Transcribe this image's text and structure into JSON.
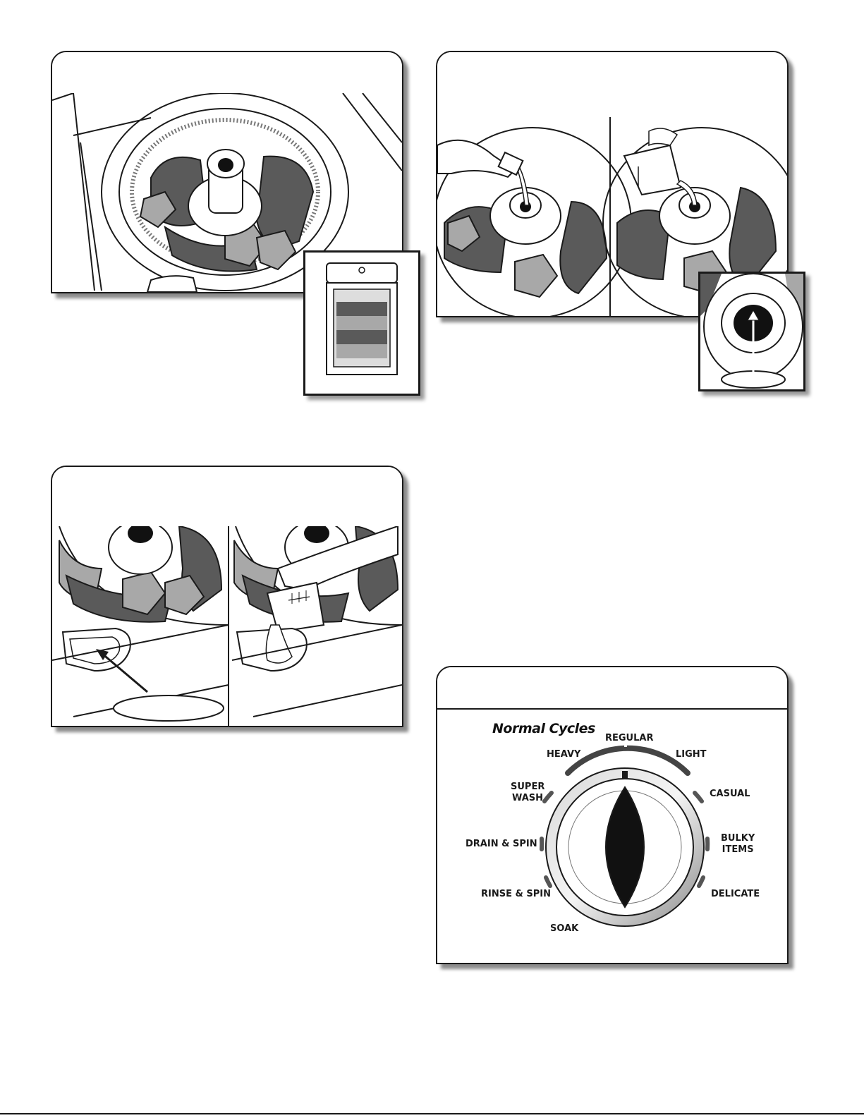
{
  "panels": {
    "load": {
      "name": "load-clothes-panel"
    },
    "detergent": {
      "name": "add-detergent-panel"
    },
    "bleach": {
      "name": "add-bleach-panel"
    },
    "dial": {
      "name": "cycle-dial-panel"
    }
  },
  "dial": {
    "title": "Normal Cycles",
    "labels": {
      "heavy": "HEAVY",
      "regular": "REGULAR",
      "light": "LIGHT",
      "super_wash_1": "SUPER",
      "super_wash_2": "WASH",
      "casual": "CASUAL",
      "drain_spin": "DRAIN & SPIN",
      "bulky_1": "BULKY",
      "bulky_2": "ITEMS",
      "rinse_spin": "RINSE & SPIN",
      "delicate": "DELICATE",
      "soak": "SOAK"
    }
  },
  "colors": {
    "ink": "#1a1a1a",
    "dark_cloth": "#5a5a5a",
    "light_cloth": "#a8a8a8",
    "knob_black": "#111111"
  }
}
